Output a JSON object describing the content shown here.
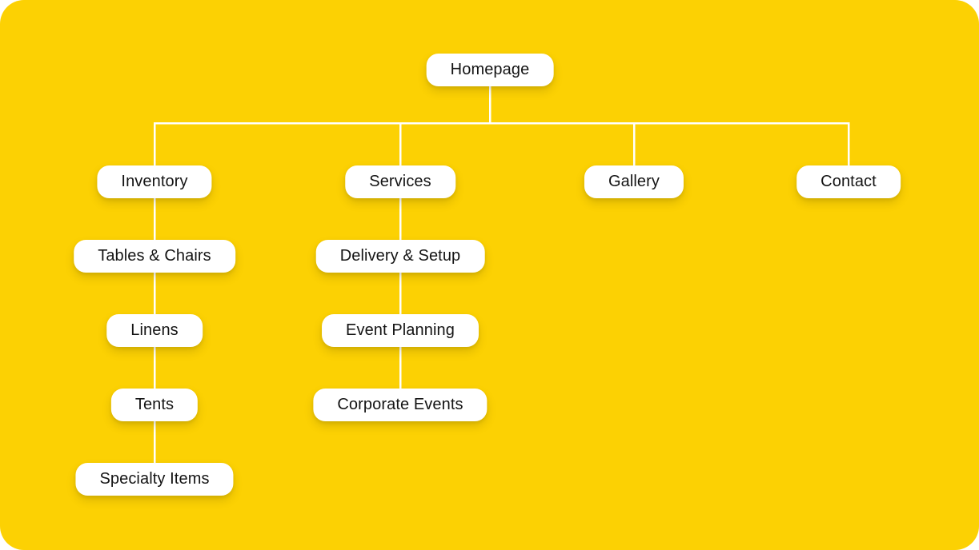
{
  "theme": {
    "canvas_bg": "#FCD103",
    "line_color": "#FFFFFF",
    "node_bg": "#FFFFFF",
    "node_text": "#141414"
  },
  "sitemap": {
    "root": {
      "label": "Homepage"
    },
    "branches": [
      {
        "label": "Inventory",
        "children": [
          {
            "label": "Tables & Chairs"
          },
          {
            "label": "Linens"
          },
          {
            "label": "Tents"
          },
          {
            "label": "Specialty Items"
          }
        ]
      },
      {
        "label": "Services",
        "children": [
          {
            "label": "Delivery & Setup"
          },
          {
            "label": "Event Planning"
          },
          {
            "label": "Corporate Events"
          }
        ]
      },
      {
        "label": "Gallery",
        "children": []
      },
      {
        "label": "Contact",
        "children": []
      }
    ]
  }
}
